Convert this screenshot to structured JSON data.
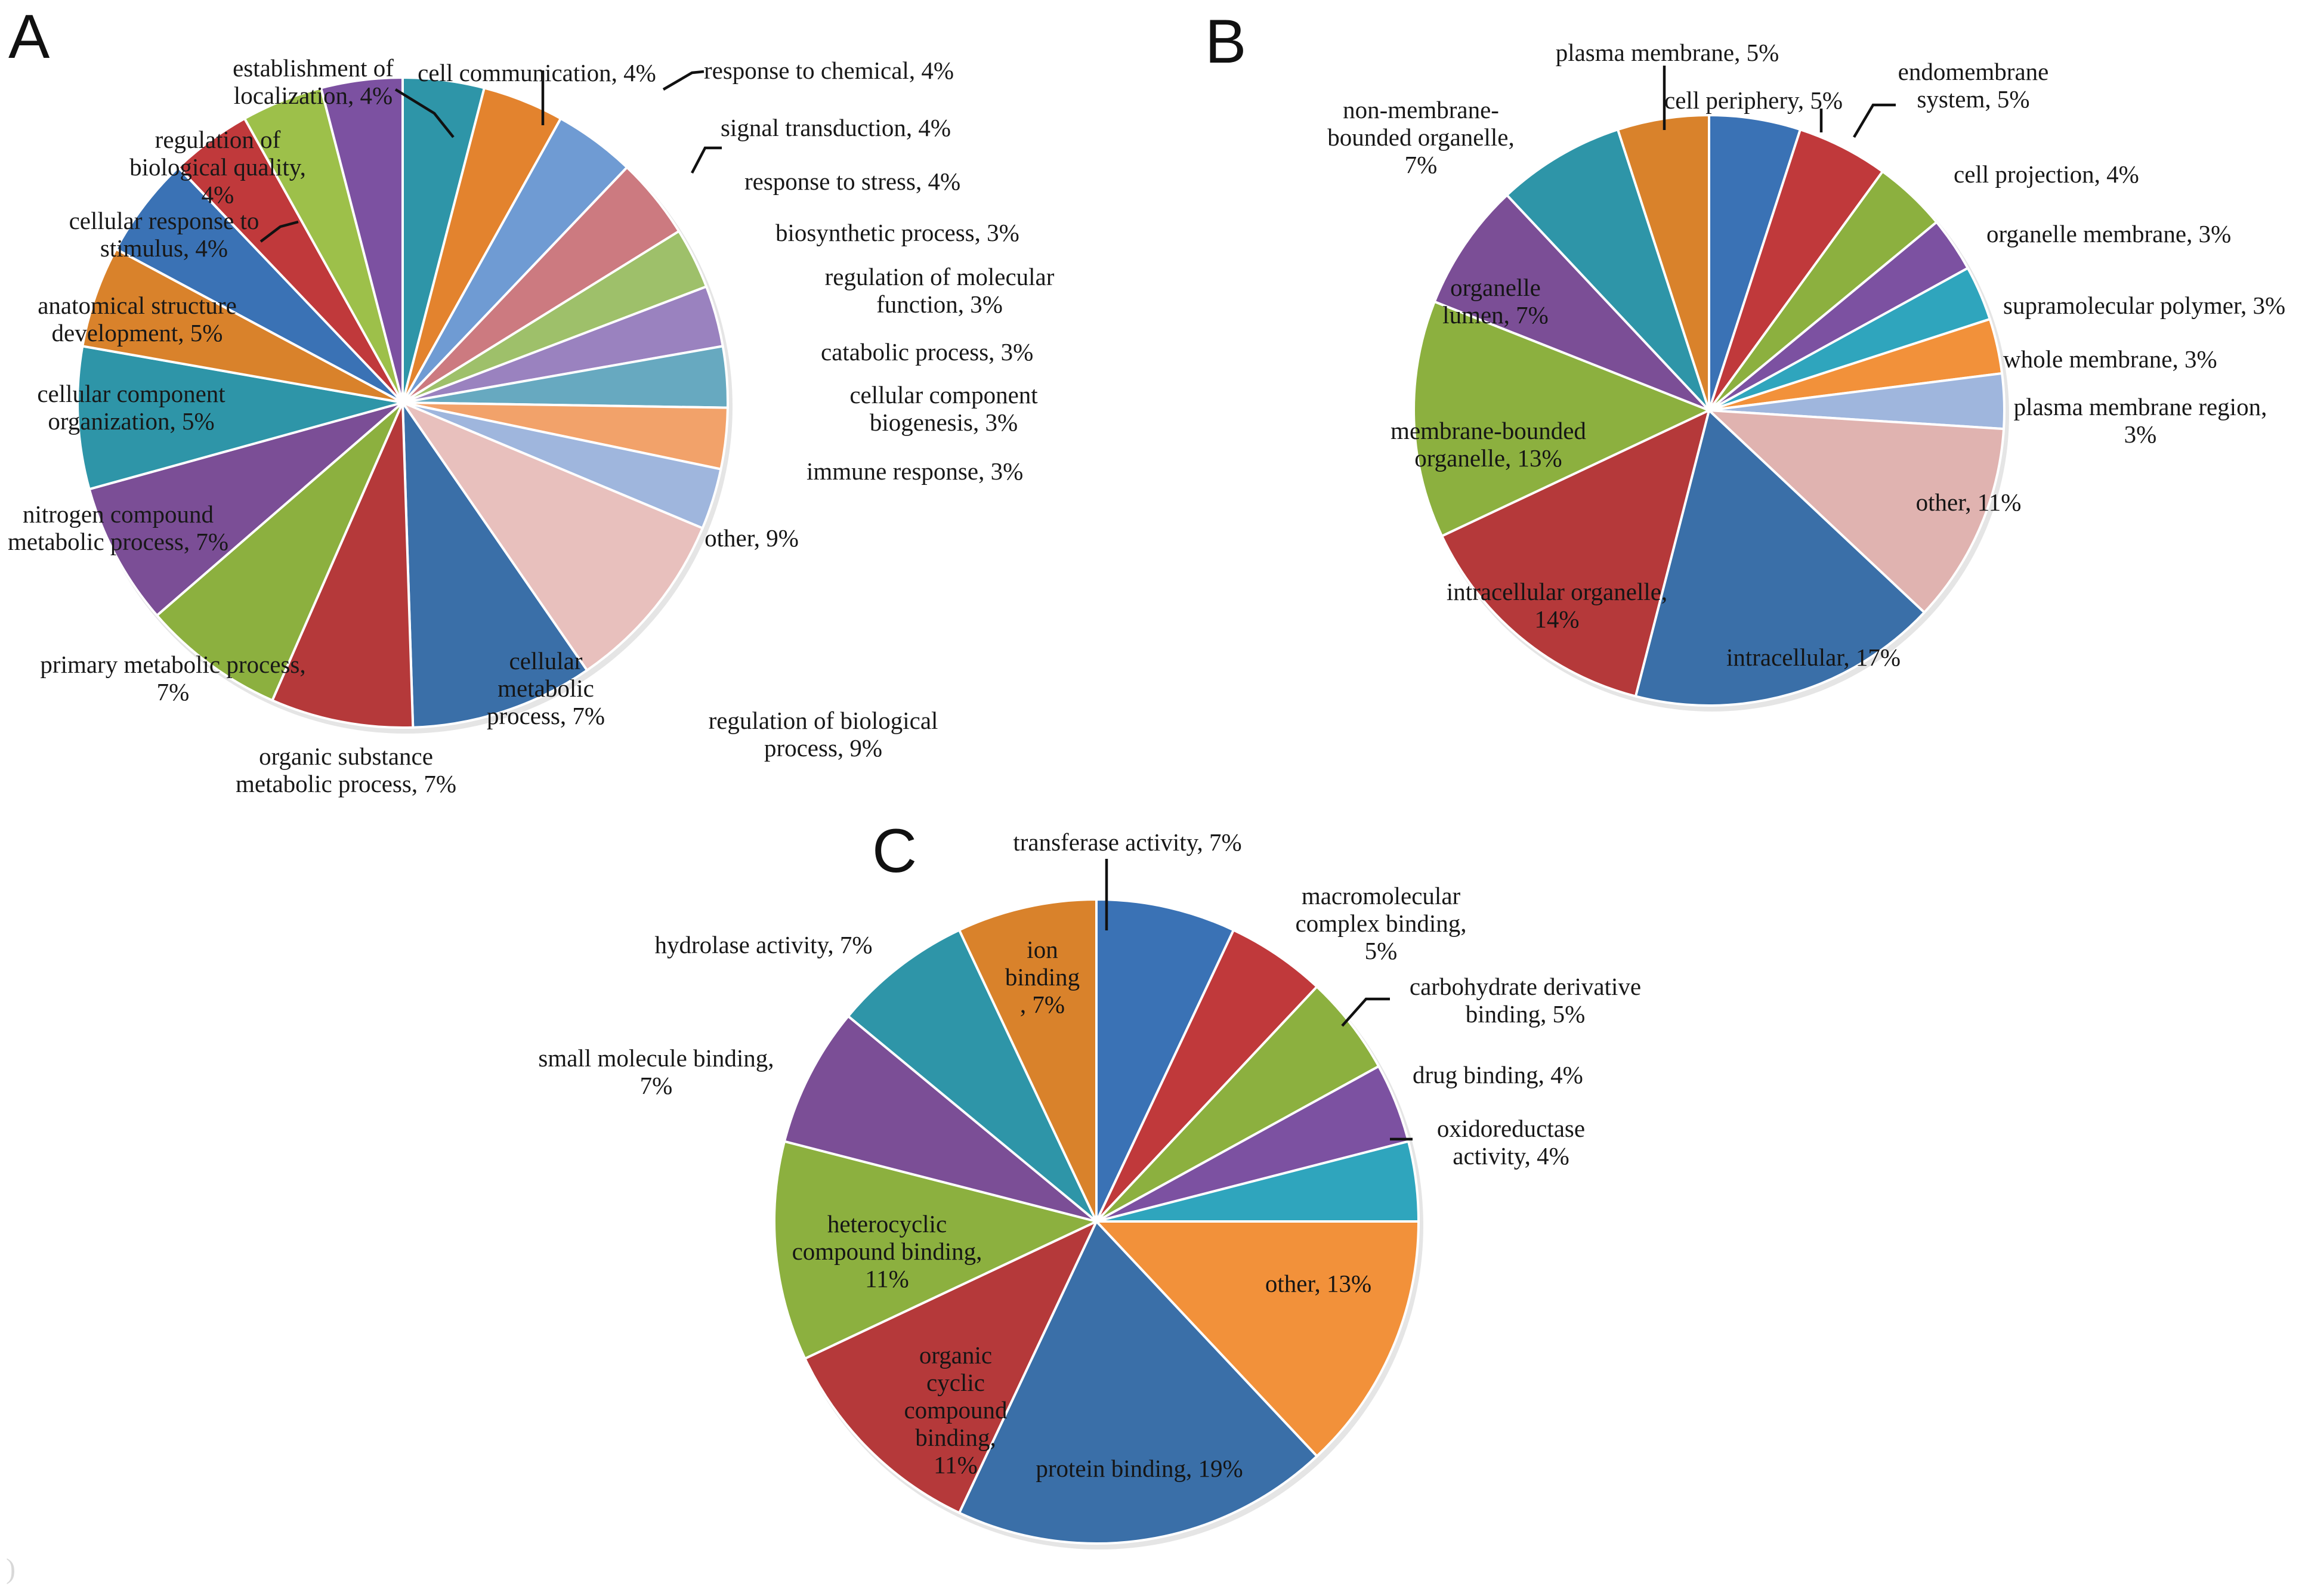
{
  "figure": {
    "background": "#ffffff",
    "corner_mark": ")",
    "panels": [
      {
        "letter": "A",
        "name": "biological-process"
      },
      {
        "letter": "B",
        "name": "cellular-component"
      },
      {
        "letter": "C",
        "name": "molecular-function"
      }
    ]
  },
  "chart_data": [
    {
      "type": "pie",
      "panel": "A",
      "title": "",
      "legend": "none",
      "labels_show_percent": true,
      "categories": [
        "cell communication",
        "response to chemical",
        "signal transduction",
        "response to stress",
        "biosynthetic process",
        "regulation of molecular function",
        "catabolic process",
        "cellular component biogenesis",
        "immune response",
        "other",
        "regulation of biological process",
        "cellular metabolic process",
        "organic substance metabolic process",
        "primary metabolic process",
        "nitrogen compound metabolic process",
        "cellular component organization",
        "anatomical structure development",
        "cellular response to stimulus",
        "regulation of biological quality",
        "establishment of localization"
      ],
      "values": [
        4,
        4,
        4,
        4,
        3,
        3,
        3,
        3,
        3,
        9,
        9,
        7,
        7,
        7,
        7,
        5,
        5,
        4,
        4,
        4
      ],
      "colors": [
        "#2e95a8",
        "#e3832e",
        "#6f9bd3",
        "#cc7a80",
        "#9ec06a",
        "#9a82bf",
        "#67a9c0",
        "#f2a26a",
        "#9fb6dd",
        "#e8c0bd",
        "#3a6fa8",
        "#b5393a",
        "#8cb03f",
        "#7b4e96",
        "#2e95a8",
        "#d9822b",
        "#3a72b5",
        "#c0393b",
        "#9dc04a",
        "#7c51a1"
      ],
      "labels": [
        {
          "text": "cell communication, 4%",
          "value": 4
        },
        {
          "text": "response to chemical, 4%",
          "value": 4
        },
        {
          "text": "signal transduction, 4%",
          "value": 4
        },
        {
          "text": "response to stress, 4%",
          "value": 4
        },
        {
          "text": "biosynthetic process, 3%",
          "value": 3
        },
        {
          "text": "regulation of molecular\nfunction, 3%",
          "value": 3
        },
        {
          "text": "catabolic process, 3%",
          "value": 3
        },
        {
          "text": "cellular component\nbiogenesis, 3%",
          "value": 3
        },
        {
          "text": "immune response, 3%",
          "value": 3
        },
        {
          "text": "other, 9%",
          "value": 9
        },
        {
          "text": "regulation of biological\nprocess, 9%",
          "value": 9
        },
        {
          "text": "cellular\nmetabolic\nprocess, 7%",
          "value": 7
        },
        {
          "text": "organic substance\nmetabolic process, 7%",
          "value": 7
        },
        {
          "text": "primary metabolic process,\n7%",
          "value": 7
        },
        {
          "text": "nitrogen compound\nmetabolic process, 7%",
          "value": 7
        },
        {
          "text": "cellular component\norganization, 5%",
          "value": 5
        },
        {
          "text": "anatomical structure\ndevelopment, 5%",
          "value": 5
        },
        {
          "text": "cellular response to\nstimulus, 4%",
          "value": 4
        },
        {
          "text": "regulation of\nbiological quality,\n4%",
          "value": 4
        },
        {
          "text": "establishment of\nlocalization, 4%",
          "value": 4
        }
      ]
    },
    {
      "type": "pie",
      "panel": "B",
      "title": "",
      "legend": "none",
      "labels_show_percent": true,
      "categories": [
        "cell periphery",
        "endomembrane system",
        "cell projection",
        "organelle membrane",
        "supramolecular polymer",
        "whole membrane",
        "plasma membrane region",
        "other",
        "intracellular",
        "intracellular organelle",
        "membrane-bounded organelle",
        "organelle lumen",
        "non-membrane-bounded organelle",
        "plasma membrane"
      ],
      "values": [
        5,
        5,
        4,
        3,
        3,
        3,
        3,
        11,
        17,
        14,
        13,
        7,
        7,
        5
      ],
      "colors": [
        "#3a72b5",
        "#c0393b",
        "#8cb03f",
        "#7c51a1",
        "#2fa5bd",
        "#f2913a",
        "#9fb6dd",
        "#e0b3b0",
        "#3a6fa8",
        "#b5393a",
        "#8cb03f",
        "#7b4e96",
        "#2e95a8",
        "#d9822b"
      ],
      "labels": [
        {
          "text": "cell periphery,  5%",
          "value": 5
        },
        {
          "text": "endomembrane\nsystem, 5%",
          "value": 5
        },
        {
          "text": "cell projection, 4%",
          "value": 4
        },
        {
          "text": "organelle membrane, 3%",
          "value": 3
        },
        {
          "text": "supramolecular polymer, 3%",
          "value": 3
        },
        {
          "text": "whole membrane, 3%",
          "value": 3
        },
        {
          "text": "plasma membrane region,\n3%",
          "value": 3
        },
        {
          "text": "other, 11%",
          "value": 11
        },
        {
          "text": "intracellular, 17%",
          "value": 17
        },
        {
          "text": "intracellular organelle,\n14%",
          "value": 14
        },
        {
          "text": "membrane-bounded\norganelle, 13%",
          "value": 13
        },
        {
          "text": "organelle\nlumen, 7%",
          "value": 7
        },
        {
          "text": "non-membrane-\nbounded organelle,\n7%",
          "value": 7
        },
        {
          "text": "plasma membrane,  5%",
          "value": 5
        }
      ]
    },
    {
      "type": "pie",
      "panel": "C",
      "title": "",
      "legend": "none",
      "labels_show_percent": true,
      "categories": [
        "transferase activity",
        "macromolecular complex binding",
        "carbohydrate derivative binding",
        "drug binding",
        "oxidoreductase activity",
        "other",
        "protein binding",
        "organic cyclic compound binding",
        "heterocyclic compound binding",
        "small molecule binding",
        "hydrolase activity",
        "ion binding"
      ],
      "values": [
        7,
        5,
        5,
        4,
        4,
        13,
        19,
        11,
        11,
        7,
        7,
        7
      ],
      "colors": [
        "#3a72b5",
        "#c0393b",
        "#8cb03f",
        "#7c51a1",
        "#2fa5bd",
        "#f2913a",
        "#3a6fa8",
        "#b5393a",
        "#8cb03f",
        "#7b4e96",
        "#2e95a8",
        "#d9822b"
      ],
      "labels": [
        {
          "text": "transferase activity,  7%",
          "value": 7
        },
        {
          "text": "macromolecular\ncomplex binding,\n5%",
          "value": 5
        },
        {
          "text": "carbohydrate  derivative\nbinding, 5%",
          "value": 5
        },
        {
          "text": "drug binding, 4%",
          "value": 4
        },
        {
          "text": "oxidoreductase\nactivity, 4%",
          "value": 4
        },
        {
          "text": "other, 13%",
          "value": 13
        },
        {
          "text": "protein binding,  19%",
          "value": 19
        },
        {
          "text": "organic\ncyclic\ncompound\nbinding,\n11%",
          "value": 11
        },
        {
          "text": "heterocyclic\ncompound binding,\n11%",
          "value": 11
        },
        {
          "text": "small molecule binding,\n7%",
          "value": 7
        },
        {
          "text": "hydrolase activity, 7%",
          "value": 7
        },
        {
          "text": "ion\nbinding\n, 7%",
          "value": 7
        }
      ]
    }
  ]
}
